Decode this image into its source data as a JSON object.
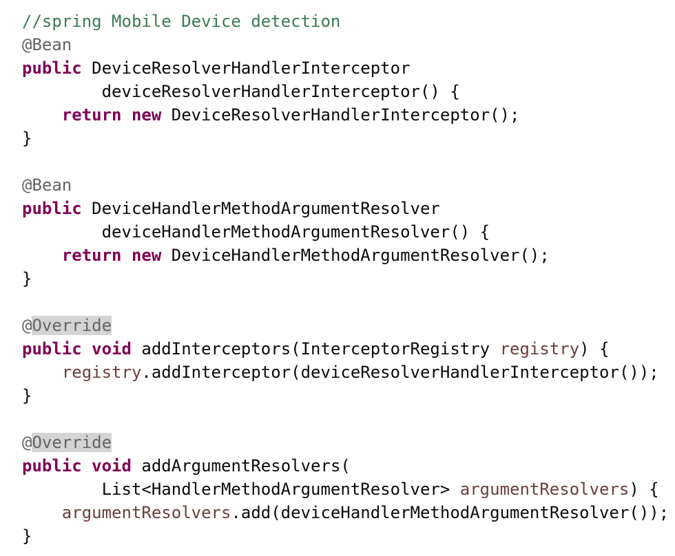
{
  "code_lines": [
    [
      {
        "t": "comment",
        "v": "//spring Mobile Device detection"
      }
    ],
    [
      {
        "t": "annotation",
        "v": "@Bean"
      }
    ],
    [
      {
        "t": "keyword",
        "v": "public"
      },
      {
        "t": "plain",
        "v": " DeviceResolverHandlerInterceptor"
      }
    ],
    [
      {
        "t": "plain",
        "v": "        deviceResolverHandlerInterceptor() {"
      }
    ],
    [
      {
        "t": "plain",
        "v": "    "
      },
      {
        "t": "keyword",
        "v": "return"
      },
      {
        "t": "plain",
        "v": " "
      },
      {
        "t": "keyword",
        "v": "new"
      },
      {
        "t": "plain",
        "v": " DeviceResolverHandlerInterceptor();"
      }
    ],
    [
      {
        "t": "plain",
        "v": "}"
      }
    ],
    [],
    [
      {
        "t": "annotation",
        "v": "@Bean"
      }
    ],
    [
      {
        "t": "keyword",
        "v": "public"
      },
      {
        "t": "plain",
        "v": " DeviceHandlerMethodArgumentResolver"
      }
    ],
    [
      {
        "t": "plain",
        "v": "        deviceHandlerMethodArgumentResolver() {"
      }
    ],
    [
      {
        "t": "plain",
        "v": "    "
      },
      {
        "t": "keyword",
        "v": "return"
      },
      {
        "t": "plain",
        "v": " "
      },
      {
        "t": "keyword",
        "v": "new"
      },
      {
        "t": "plain",
        "v": " DeviceHandlerMethodArgumentResolver();"
      }
    ],
    [
      {
        "t": "plain",
        "v": "}"
      }
    ],
    [],
    [
      {
        "t": "annotation-hl",
        "at": "@",
        "v": "Override"
      }
    ],
    [
      {
        "t": "keyword",
        "v": "public"
      },
      {
        "t": "plain",
        "v": " "
      },
      {
        "t": "keyword",
        "v": "void"
      },
      {
        "t": "plain",
        "v": " addInterceptors(InterceptorRegistry "
      },
      {
        "t": "param",
        "v": "registry"
      },
      {
        "t": "plain",
        "v": ") {"
      }
    ],
    [
      {
        "t": "plain",
        "v": "    "
      },
      {
        "t": "param",
        "v": "registry"
      },
      {
        "t": "plain",
        "v": ".addInterceptor(deviceResolverHandlerInterceptor());"
      }
    ],
    [
      {
        "t": "plain",
        "v": "}"
      }
    ],
    [],
    [
      {
        "t": "annotation-hl",
        "at": "@",
        "v": "Override"
      }
    ],
    [
      {
        "t": "keyword",
        "v": "public"
      },
      {
        "t": "plain",
        "v": " "
      },
      {
        "t": "keyword",
        "v": "void"
      },
      {
        "t": "plain",
        "v": " addArgumentResolvers("
      }
    ],
    [
      {
        "t": "plain",
        "v": "        List<HandlerMethodArgumentResolver> "
      },
      {
        "t": "param",
        "v": "argumentResolvers"
      },
      {
        "t": "plain",
        "v": ") {"
      }
    ],
    [
      {
        "t": "plain",
        "v": "    "
      },
      {
        "t": "param",
        "v": "argumentResolvers"
      },
      {
        "t": "plain",
        "v": ".add(deviceHandlerMethodArgumentResolver());"
      }
    ],
    [
      {
        "t": "plain",
        "v": "}"
      }
    ]
  ],
  "colors": {
    "comment": "#3b7a57",
    "annotation": "#646464",
    "keyword": "#7f0055",
    "param": "#6a3e3e",
    "plain": "#0b0b0b",
    "highlight": "#d4d4d4",
    "background": "#ffffff"
  }
}
